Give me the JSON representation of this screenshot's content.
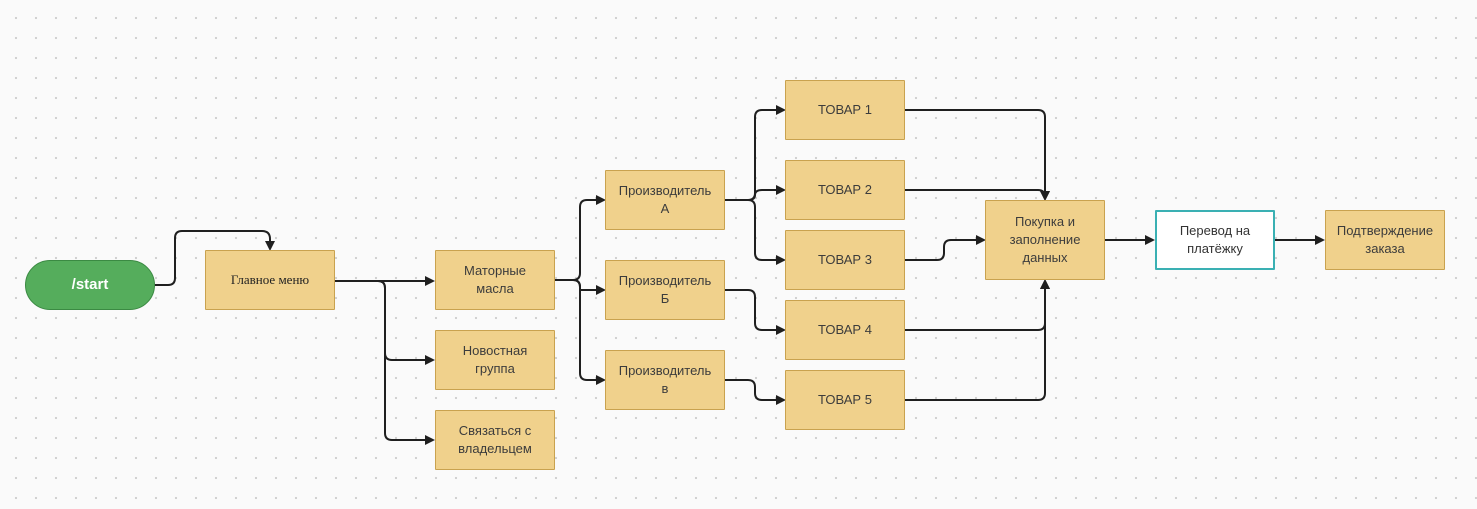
{
  "diagram": {
    "start": "/start",
    "main_menu": "Главное меню",
    "motor_oils": "Маторные\nмасла",
    "news_group": "Новостная\nгруппа",
    "contact_owner": "Связаться с\nвладельцем",
    "maker_a": "Производитель\nА",
    "maker_b": "Производитель\nБ",
    "maker_v": "Производитель\nв",
    "item1": "ТОВАР 1",
    "item2": "ТОВАР 2",
    "item3": "ТОВАР 3",
    "item4": "ТОВАР 4",
    "item5": "ТОВАР 5",
    "purchase": "Покупка и\nзаполнение\nданных",
    "payment": "Перевод на\nплатёжку",
    "confirm": "Подтверждение\nзаказа"
  },
  "colors": {
    "node_fill": "#f0d18c",
    "node_border": "#c9a24f",
    "start_fill": "#55ad5c",
    "payment_border": "#3ab0b3",
    "edge": "#1f1f1f"
  }
}
